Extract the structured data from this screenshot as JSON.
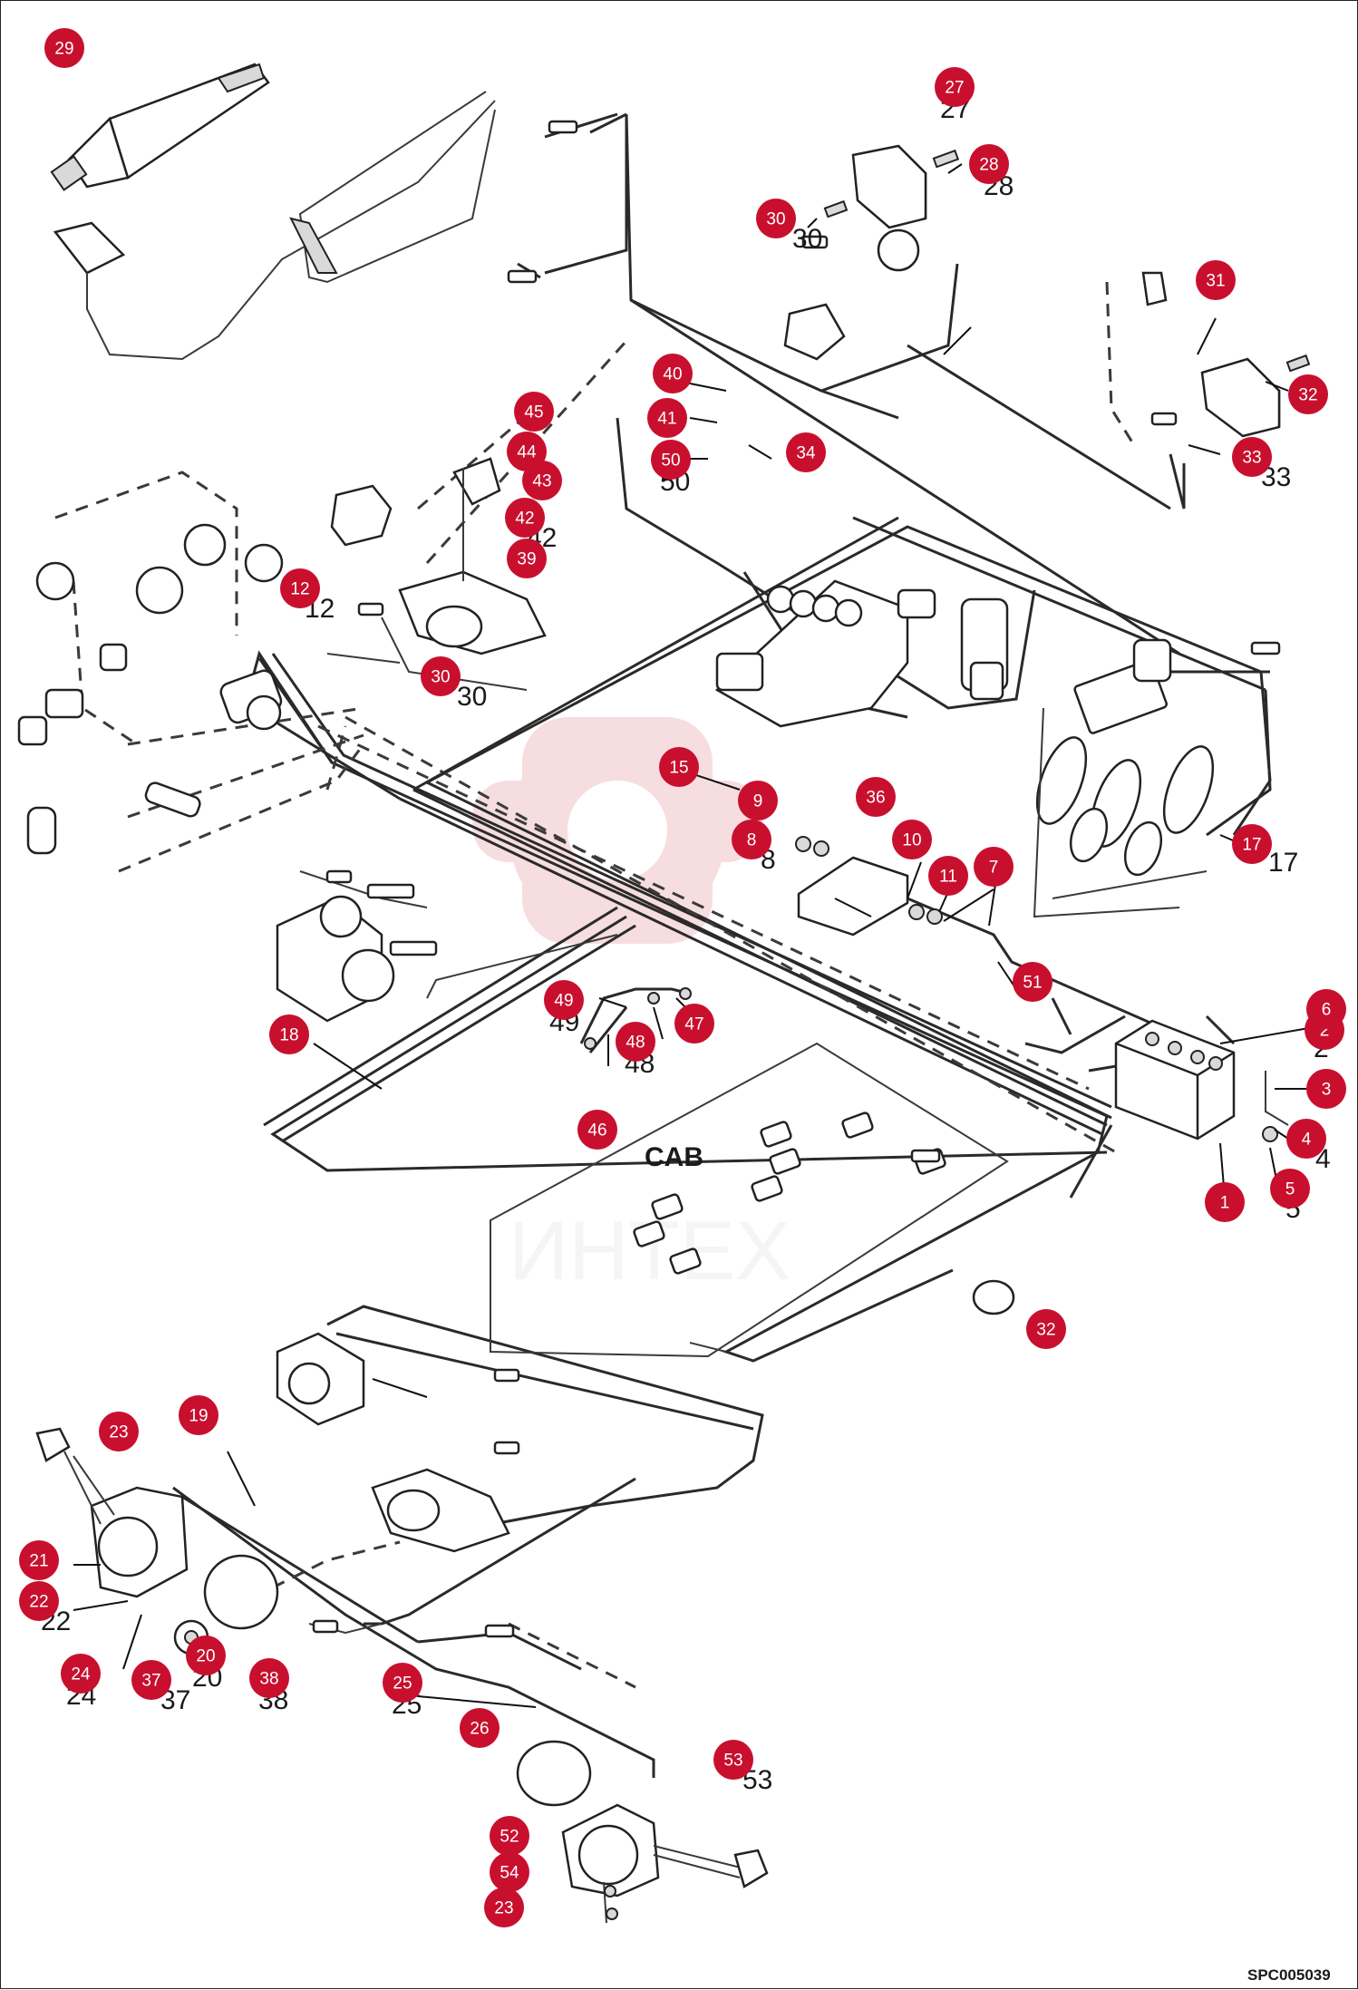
{
  "diagram": {
    "cab_label": "CAB",
    "figure_code": "SPC005039",
    "watermark_text": "ИНТЕХ",
    "accent_color": "#c8102e",
    "line_color": "#2a2a2a",
    "callouts": [
      {
        "id": "1",
        "ref": ""
      },
      {
        "id": "2",
        "ref": "2"
      },
      {
        "id": "3",
        "ref": ""
      },
      {
        "id": "4",
        "ref": "4"
      },
      {
        "id": "5",
        "ref": "5"
      },
      {
        "id": "6",
        "ref": ""
      },
      {
        "id": "7",
        "ref": ""
      },
      {
        "id": "8",
        "ref": "8"
      },
      {
        "id": "9",
        "ref": ""
      },
      {
        "id": "10",
        "ref": ""
      },
      {
        "id": "11",
        "ref": ""
      },
      {
        "id": "12",
        "ref": "12"
      },
      {
        "id": "15",
        "ref": ""
      },
      {
        "id": "17",
        "ref": "17"
      },
      {
        "id": "18",
        "ref": ""
      },
      {
        "id": "19",
        "ref": ""
      },
      {
        "id": "20",
        "ref": "20"
      },
      {
        "id": "21",
        "ref": ""
      },
      {
        "id": "22",
        "ref": "22"
      },
      {
        "id": "23",
        "ref": ""
      },
      {
        "id": "24",
        "ref": "24"
      },
      {
        "id": "25",
        "ref": "25"
      },
      {
        "id": "26",
        "ref": ""
      },
      {
        "id": "27",
        "ref": "27"
      },
      {
        "id": "28",
        "ref": "28"
      },
      {
        "id": "29",
        "ref": ""
      },
      {
        "id": "30",
        "ref": "30"
      },
      {
        "id": "31",
        "ref": ""
      },
      {
        "id": "32",
        "ref": ""
      },
      {
        "id": "33",
        "ref": "33"
      },
      {
        "id": "30",
        "ref": "30"
      },
      {
        "id": "32",
        "ref": ""
      },
      {
        "id": "34",
        "ref": ""
      },
      {
        "id": "36",
        "ref": ""
      },
      {
        "id": "37",
        "ref": "37"
      },
      {
        "id": "38",
        "ref": "38"
      },
      {
        "id": "39",
        "ref": ""
      },
      {
        "id": "40",
        "ref": ""
      },
      {
        "id": "41",
        "ref": ""
      },
      {
        "id": "42",
        "ref": "42"
      },
      {
        "id": "43",
        "ref": ""
      },
      {
        "id": "44",
        "ref": ""
      },
      {
        "id": "45",
        "ref": ""
      },
      {
        "id": "46",
        "ref": ""
      },
      {
        "id": "47",
        "ref": ""
      },
      {
        "id": "48",
        "ref": "48"
      },
      {
        "id": "49",
        "ref": "49"
      },
      {
        "id": "50",
        "ref": "50"
      },
      {
        "id": "51",
        "ref": ""
      },
      {
        "id": "52",
        "ref": ""
      },
      {
        "id": "53",
        "ref": "53"
      },
      {
        "id": "54",
        "ref": ""
      },
      {
        "id": "23",
        "ref": ""
      },
      {
        "id": "24",
        "ref": "24"
      }
    ]
  }
}
